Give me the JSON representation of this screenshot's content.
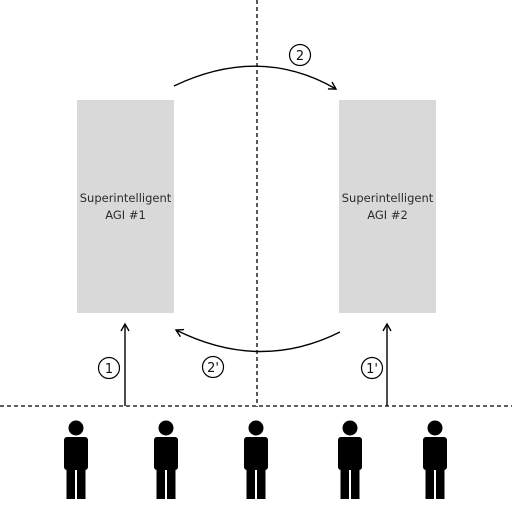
{
  "agis": [
    {
      "line1": "Superintelligent",
      "line2": "AGI #1"
    },
    {
      "line1": "Superintelligent",
      "line2": "AGI #2"
    }
  ],
  "steps": {
    "s1": "1",
    "s1p": "1'",
    "s2": "2",
    "s2p": "2'"
  },
  "humans": {
    "count": 5,
    "icon": "person-icon"
  },
  "colors": {
    "box": "#d9d9d9",
    "ink": "#000000"
  }
}
